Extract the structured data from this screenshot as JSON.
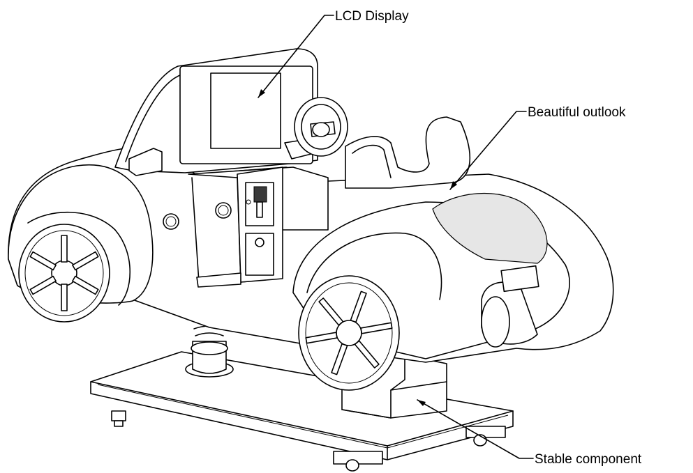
{
  "figure": {
    "subject": "kiddie ride car machine",
    "callouts": [
      {
        "id": "lcd",
        "label": "LCD Display"
      },
      {
        "id": "outlook",
        "label": "Beautiful outlook"
      },
      {
        "id": "stable",
        "label": "Stable component"
      }
    ]
  }
}
